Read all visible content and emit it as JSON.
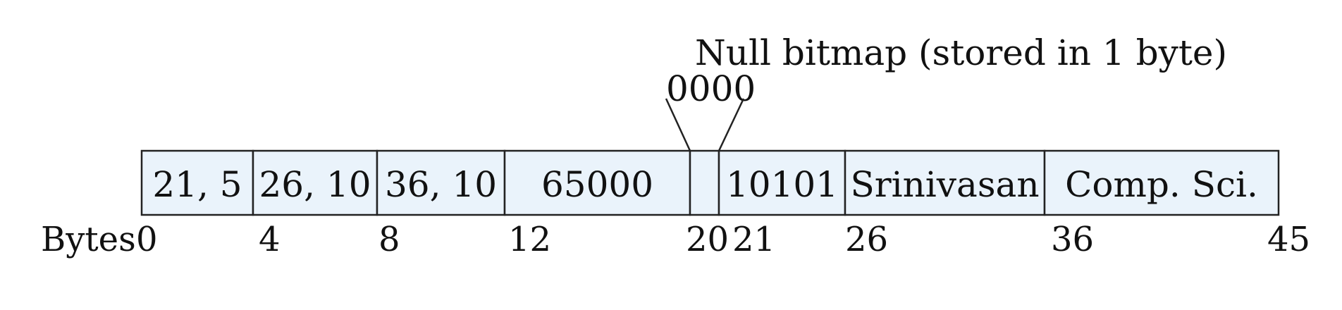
{
  "diagram": {
    "annotation": "Null bitmap (stored in 1 byte)",
    "bitmap_value": "0000",
    "axis_prefix": "Bytes",
    "cells": [
      {
        "label": "21, 5"
      },
      {
        "label": "26, 10"
      },
      {
        "label": "36, 10"
      },
      {
        "label": "65000"
      },
      {
        "label": ""
      },
      {
        "label": "10101"
      },
      {
        "label": "Srinivasan"
      },
      {
        "label": "Comp. Sci."
      }
    ],
    "offsets": [
      "0",
      "4",
      "8",
      "12",
      "20",
      "21",
      "26",
      "36",
      "45"
    ],
    "colors": {
      "cell_fill": "#eaf3fb",
      "stroke": "#222222",
      "text": "#111111"
    }
  }
}
